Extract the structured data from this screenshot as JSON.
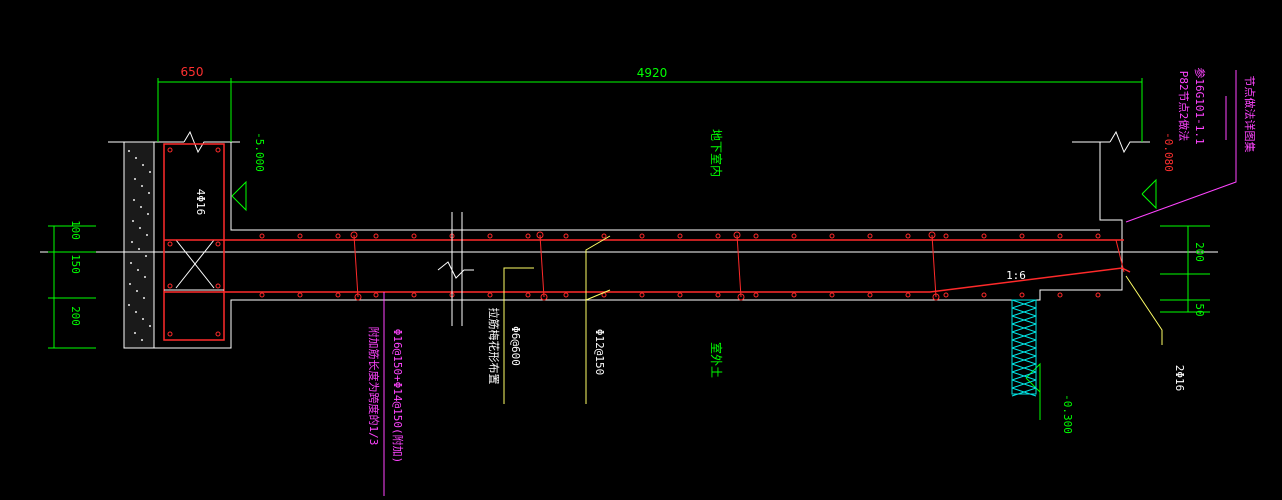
{
  "dimensions": {
    "wall_width": "650",
    "span": "4920",
    "left_100": "100",
    "left_150": "150",
    "left_200": "200",
    "right_200": "200",
    "right_50": "50"
  },
  "elevations": {
    "top_left": "-5.000",
    "top_right": "-0.080",
    "bottom_right": "-0.300"
  },
  "labels": {
    "underground_room": "地下室内",
    "outdoor_soil": "室外土",
    "slope": "1:6",
    "column_bars": "4Φ16",
    "stirrup_bars": "2Φ16",
    "main_bars": "Φ16@150+Φ14@150(附加)",
    "main_bars_note": "附加筋长度为跨度的1/3",
    "distribution": "Φ6@600",
    "distribution_note": "拉筋梅花形布置",
    "top_bars": "Φ12@150",
    "reference_1": "参16G101-1.1",
    "reference_2": "P82节点2做法",
    "reference_3": "节点做法详图集"
  },
  "colors": {
    "background": "#000000",
    "outline": "#ffffff",
    "rebar": "#ff2a2a",
    "dimension": "#00ff00",
    "dim_text_red": "#ff3030",
    "leader": "#ffff66",
    "annotation_magenta": "#ff44ff",
    "soil_hatch": "#00e5e5"
  }
}
